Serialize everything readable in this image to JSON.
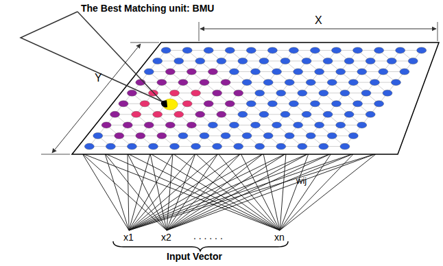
{
  "diagram": {
    "labels": [
      "The Best Matching unit: BMU",
      "X",
      "Y",
      "wij",
      "x1",
      "x2",
      ". . . . . .",
      "xn",
      "Input Vector"
    ]
  }
}
